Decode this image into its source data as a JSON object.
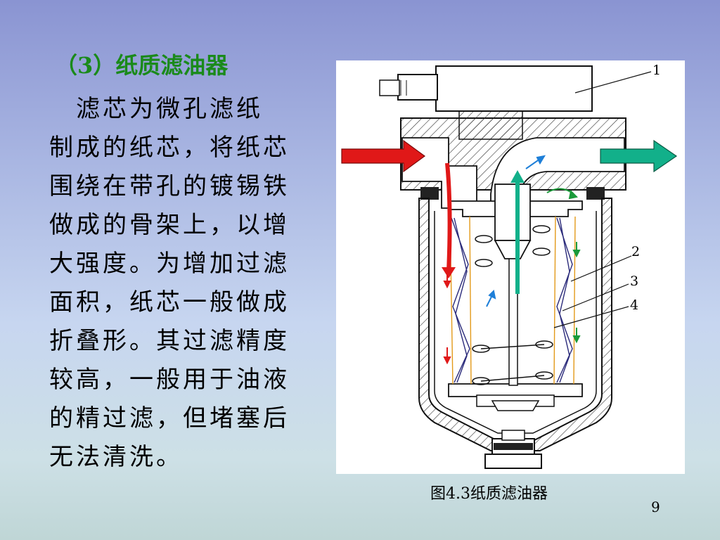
{
  "slide": {
    "title": "（3）纸质滤油器",
    "body_lines": [
      "　滤芯为微孔滤纸",
      "制成的纸芯，将纸芯",
      "围绕在带孔的镀锡铁",
      "做成的骨架上，以增",
      "大强度。为增加过滤",
      "面积，纸芯一般做成",
      "折叠形。其过滤精度",
      "较高，一般用于油液",
      "的精过滤，但堵塞后",
      "无法清洗。"
    ],
    "figure": {
      "caption": "图4.3纸质滤油器",
      "labels": [
        "1",
        "2",
        "3",
        "4"
      ],
      "colors": {
        "inlet_arrow": "#e01818",
        "outlet_arrow": "#12b08a",
        "flow_blue": "#1e7fd8",
        "flow_green": "#1a9a3a",
        "filter_orange": "#e39a1a",
        "filter_navy": "#2a2a7a"
      }
    },
    "page_number": "9"
  }
}
